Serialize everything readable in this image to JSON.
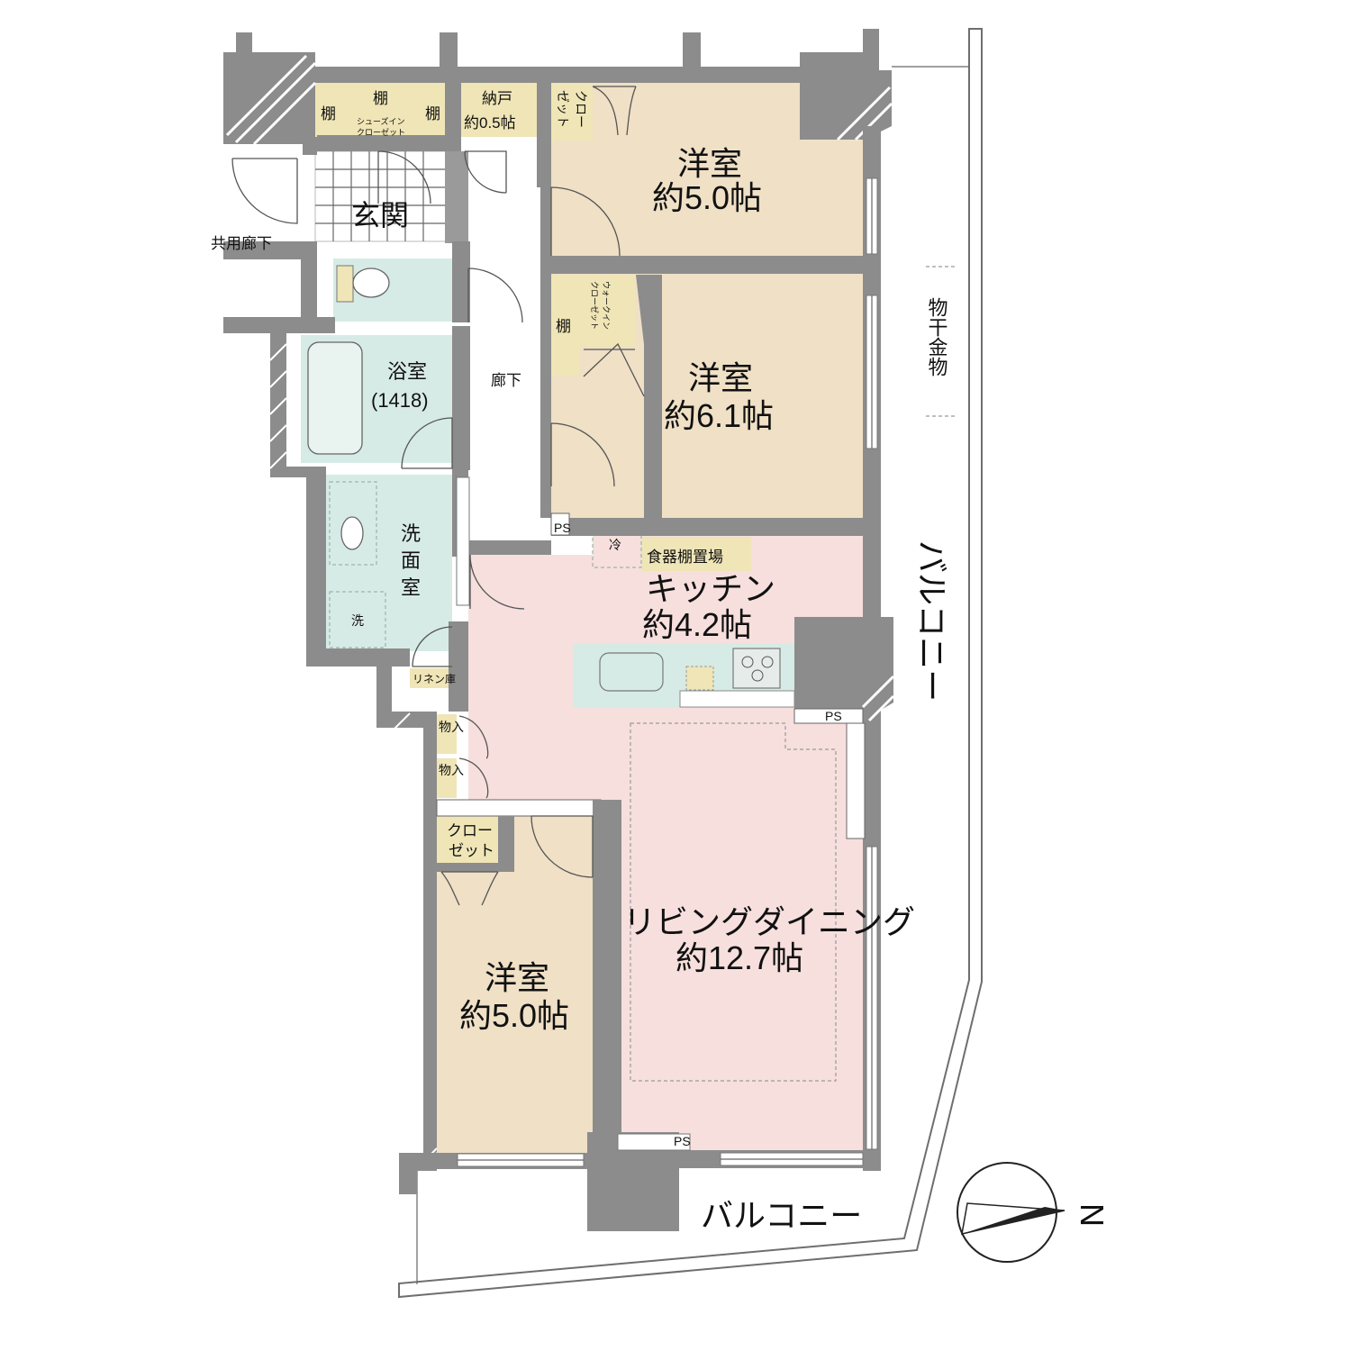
{
  "colors": {
    "bedroom": "#efe0c6",
    "wet": "#d7ebe6",
    "kitchen_living": "#f6dfdd",
    "storage": "#efe5b6",
    "wall": "#8c8c8c"
  },
  "labels": {
    "entrance": "玄関",
    "common_corridor": "共用廊下",
    "hallway": "廊下",
    "bath": "浴室",
    "bath_size": "(1418)",
    "washroom_1": "洗",
    "washroom_2": "面",
    "washroom_3": "室",
    "washer": "洗",
    "linen": "リネン庫",
    "kitchen": "キッチン",
    "kitchen_size": "約4.2帖",
    "cupboard_space": "食器棚置場",
    "fridge": "冷",
    "living": "リビングダイニング",
    "living_size": "約12.7帖",
    "room": "洋室",
    "room1_size": "約5.0帖",
    "room2_size": "約6.1帖",
    "room3_size": "約5.0帖",
    "shelf": "棚",
    "shoes_closet_1": "シューズイン",
    "shoes_closet_2": "クローゼット",
    "storeroom": "納戸",
    "storeroom_size": "約0.5帖",
    "closet_v1": "クロー",
    "closet_v2": "ゼット",
    "walkin_1": "ウォークイン",
    "walkin_2": "クローゼット",
    "closet_1": "クロー",
    "closet_2": "ゼット",
    "storage": "物入",
    "ps": "PS",
    "balcony": "バルコニー",
    "drying_hardware": "物干金物",
    "north": "N"
  }
}
